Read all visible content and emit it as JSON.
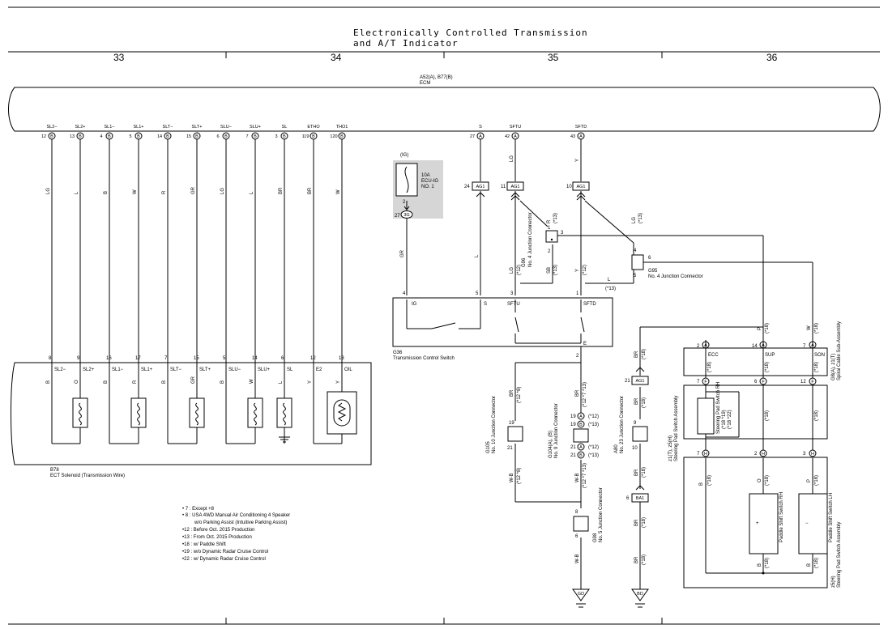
{
  "title": {
    "line1": "Electronically Controlled Transmission",
    "line2": "and A/T Indicator"
  },
  "columns": [
    "33",
    "34",
    "35",
    "36"
  ],
  "ecm": {
    "id": "A52(A), B77(B)",
    "name": "ECM"
  },
  "ecm_pins": [
    {
      "name": "SL2−",
      "num": "12",
      "conn": "B"
    },
    {
      "name": "SL2+",
      "num": "13",
      "conn": "B"
    },
    {
      "name": "SL1−",
      "num": "4",
      "conn": "B"
    },
    {
      "name": "SL1+",
      "num": "5",
      "conn": "B"
    },
    {
      "name": "SLT−",
      "num": "14",
      "conn": "B"
    },
    {
      "name": "SLT+",
      "num": "15",
      "conn": "B"
    },
    {
      "name": "SLU−",
      "num": "6",
      "conn": "B"
    },
    {
      "name": "SLU+",
      "num": "7",
      "conn": "B"
    },
    {
      "name": "SL",
      "num": "3",
      "conn": "B"
    },
    {
      "name": "ETHO",
      "num": "119",
      "conn": "B"
    },
    {
      "name": "THO1",
      "num": "120",
      "conn": "B"
    },
    {
      "name": "S",
      "num": "27",
      "conn": "A"
    },
    {
      "name": "SFTU",
      "num": "42",
      "conn": "A"
    },
    {
      "name": "SFTD",
      "num": "43",
      "conn": "A"
    }
  ],
  "wire_colors_left": [
    "LG",
    "L",
    "B",
    "W",
    "R",
    "GR",
    "LG",
    "L",
    "BR",
    "BR",
    "W"
  ],
  "solenoid": {
    "id": "B78",
    "name": "ECT Solenoid (Transmission Wire)",
    "pin_numbers": [
      "8",
      "9",
      "16",
      "17",
      "7",
      "15",
      "5",
      "14",
      "6",
      "12",
      "13"
    ],
    "pin_names": [
      "SL2−",
      "SL2+",
      "SL1−",
      "SL1+",
      "SLT−",
      "SLT+",
      "SLU−",
      "SLU+",
      "SL",
      "E2",
      "OIL"
    ],
    "inner_colors": [
      "B",
      "O",
      "B",
      "R",
      "B",
      "GR",
      "B",
      "W",
      "L",
      "Y",
      "Y"
    ]
  },
  "fuse": {
    "group": "(IG)",
    "rating": "10A",
    "name": "ECU-IG",
    "num": "NO. 1",
    "pin": "2",
    "conn_num": "27",
    "conn": "3G"
  },
  "ag1_labels": [
    {
      "num": "24",
      "text": "AG1"
    },
    {
      "num": "11",
      "text": "AG1"
    },
    {
      "num": "10",
      "text": "AG1"
    },
    {
      "num": "21",
      "text": "AG1"
    }
  ],
  "g96_junction": {
    "id": "G96",
    "text": "No. 4 Junction Connector"
  },
  "g95_junction": {
    "id": "G95",
    "text": "No. 4 Junction Connector"
  },
  "switch": {
    "id": "G36",
    "name": "Transmission Control Switch",
    "pins": [
      "4",
      "5",
      "3",
      "1",
      "2"
    ],
    "pin_names": [
      "IG",
      "S",
      "SFTU",
      "SFTD",
      "E"
    ]
  },
  "mid_wire_colors": {
    "gr": "GR",
    "l": "L",
    "lg": "LG",
    "y": "Y",
    "r": "R",
    "sb": "SB",
    "lg2": "LG",
    "l2": "L",
    "br": "BR",
    "wb": "W-B",
    "p": "P",
    "w": "W",
    "o": "O",
    "b": "B"
  },
  "notes_small": {
    "n12": "(*12)",
    "n13": "(*13)",
    "n18": "(*18)",
    "n12_8": "(*12 *8)",
    "n12_7_13": "(*12 *7 *13)",
    "n18_19": "(*18 *19)",
    "n18_22": "(*18 *22)"
  },
  "g105": {
    "id": "G105",
    "text": "No. 10 Junction Connector",
    "top": "19",
    "bottom": "21"
  },
  "g104": {
    "id": "G104(A), (B)",
    "text": "No. 9 Junction Connector",
    "pins": [
      {
        "n": "19",
        "c": "A"
      },
      {
        "n": "19",
        "c": "B"
      },
      {
        "n": "21",
        "c": "A"
      },
      {
        "n": "21",
        "c": "B"
      }
    ]
  },
  "a80": {
    "id": "A80",
    "text": "No. 23 Junction Connector",
    "top": "9",
    "bottom": "10"
  },
  "g98": {
    "id": "G98",
    "text": "No. 5 Junction Connector",
    "top": "8",
    "bottom": "6"
  },
  "ba1": {
    "num": "6",
    "text": "BA1"
  },
  "grounds": [
    "GD",
    "BD"
  ],
  "spiral": {
    "id": "G8(A), z1(T)",
    "name": "Spiral Cable Sub-Assembly",
    "pins": [
      {
        "n": "2",
        "c": "A",
        "name": "ECC"
      },
      {
        "n": "14",
        "c": "A",
        "name": "SUP"
      },
      {
        "n": "7",
        "c": "A",
        "name": "SON"
      }
    ]
  },
  "pad_switch": {
    "id": "z1(T), z5(H)",
    "name": "Steering Pad Switch Assembly",
    "pins": [
      {
        "n": "7",
        "c": "F"
      },
      {
        "n": "6",
        "c": "F"
      },
      {
        "n": "12",
        "c": "F"
      }
    ],
    "inner": "Steering Pad Switch RH",
    "lower_pins": [
      {
        "n": "7",
        "c": "H"
      },
      {
        "n": "2",
        "c": "H"
      },
      {
        "n": "3",
        "c": "H"
      }
    ]
  },
  "paddle_rh": {
    "name": "Paddle Shift Switch RH",
    "sign": "+"
  },
  "paddle_lh": {
    "name": "Paddle Shift Switch LH",
    "sign": "−"
  },
  "lower_assembly": {
    "id": "z5(H)",
    "name": "Steering Pad Switch Assembly"
  },
  "footnotes": [
    "• 7 : Except +8",
    "• 8 : USA 4WD Manual Air Conditioning 4 Speaker",
    "w/o Parking Assist (Intuitive Parking Assist)",
    "•12 : Before Oct.  2015 Production",
    "•13 : From Oct.  2015 Production",
    "•18 : w/ Paddle Shift",
    "•19 : w/o Dynamic Radar Cruise Control",
    "•22 : w/ Dynamic Radar Cruise Control"
  ]
}
